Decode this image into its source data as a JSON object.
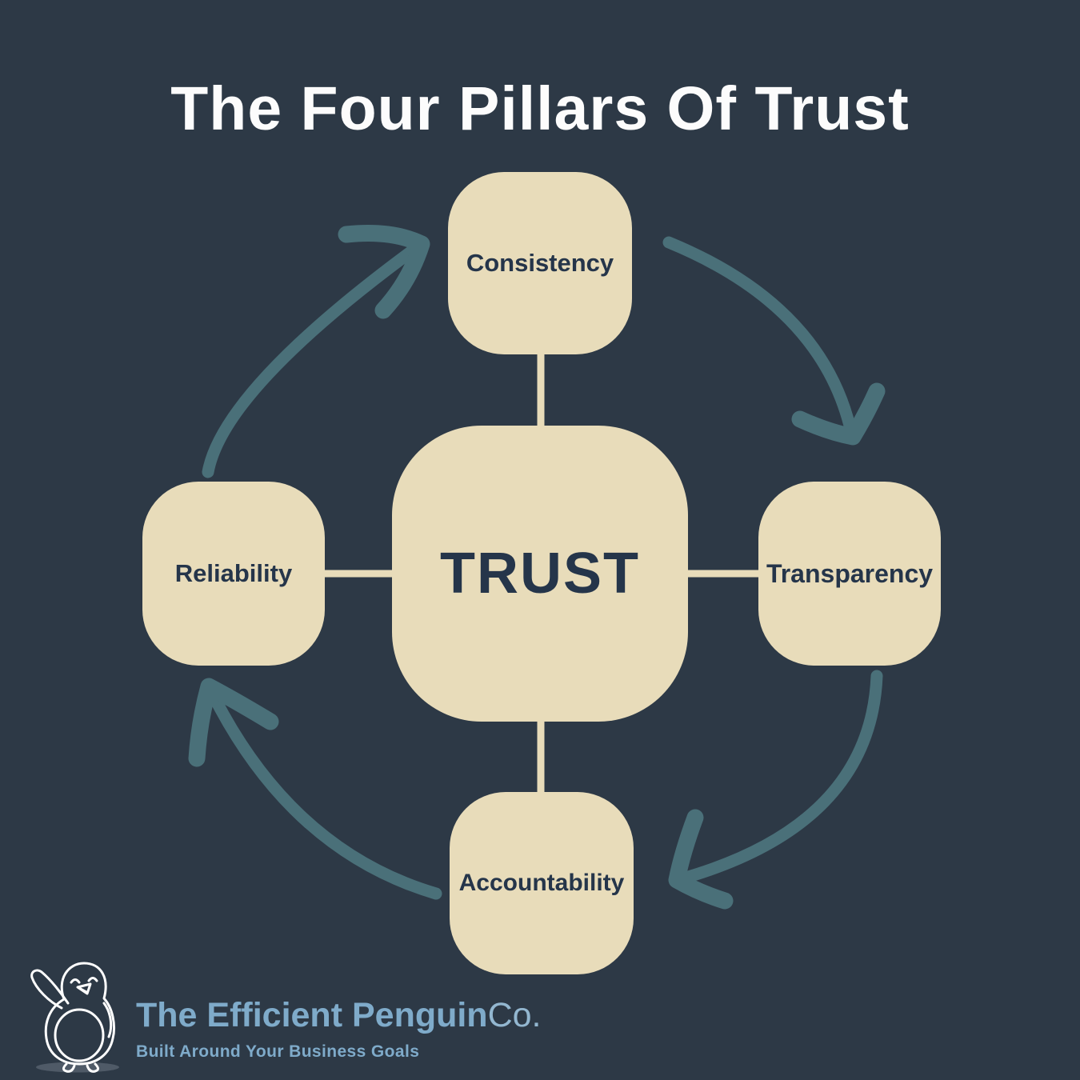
{
  "title": "The Four Pillars Of Trust",
  "diagram": {
    "center": {
      "label": "TRUST"
    },
    "pillars": [
      {
        "id": "consistency",
        "label": "Consistency",
        "position": "top"
      },
      {
        "id": "transparency",
        "label": "Transparency",
        "position": "right"
      },
      {
        "id": "accountability",
        "label": "Accountability",
        "position": "bottom"
      },
      {
        "id": "reliability",
        "label": "Reliability",
        "position": "left"
      }
    ],
    "flow_direction": "clockwise",
    "arrows": [
      {
        "from": "reliability",
        "to": "consistency"
      },
      {
        "from": "consistency",
        "to": "transparency"
      },
      {
        "from": "transparency",
        "to": "accountability"
      },
      {
        "from": "accountability",
        "to": "reliability"
      }
    ]
  },
  "logo": {
    "mascot": "penguin-icon",
    "brand_bold": "The Efficient Penguin",
    "brand_light": "Co.",
    "tagline": "Built Around Your Business Goals"
  },
  "colors": {
    "background": "#2d3946",
    "box_fill": "#e8dcba",
    "arrow_teal": "#4a7079",
    "box_text": "#25354a",
    "title_text": "#fcfcfc",
    "logo_blue": "#7fabca",
    "logo_blue_light": "#93b7d0"
  }
}
